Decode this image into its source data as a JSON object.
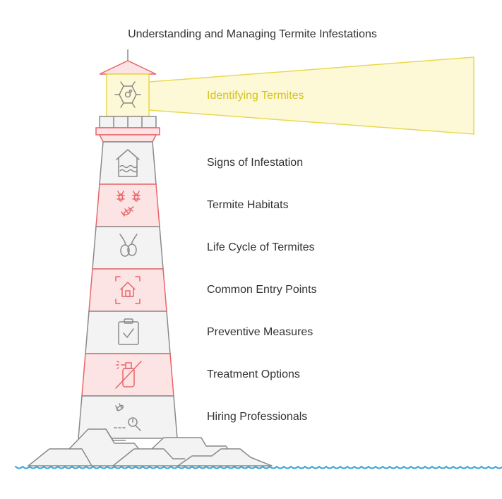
{
  "title": "Understanding and Managing Termite Infestations",
  "colors": {
    "beam_fill": "#fdf9d6",
    "beam_stroke": "#e9d84f",
    "red": "#e8656a",
    "red_fill": "#fde4e4",
    "gray": "#8a8a8a",
    "gray_fill": "#f3f3f3",
    "water": "#3aa6d8",
    "highlight_text": "#d4c31c"
  },
  "beam_label": {
    "text": "Identifying Termites",
    "icon": "termite-network-icon"
  },
  "sections": [
    {
      "label": "Signs of Infestation",
      "icon": "house-water-damage-icon",
      "style": "gray"
    },
    {
      "label": "Termite Habitats",
      "icon": "termites-icon",
      "style": "red"
    },
    {
      "label": "Life Cycle of Termites",
      "icon": "larva-icon",
      "style": "gray"
    },
    {
      "label": "Common Entry Points",
      "icon": "house-target-icon",
      "style": "red"
    },
    {
      "label": "Preventive Measures",
      "icon": "clipboard-check-icon",
      "style": "gray"
    },
    {
      "label": "Treatment Options",
      "icon": "no-spray-icon",
      "style": "red"
    },
    {
      "label": "Hiring Professionals",
      "icon": "inspect-termite-icon",
      "style": "gray"
    }
  ]
}
